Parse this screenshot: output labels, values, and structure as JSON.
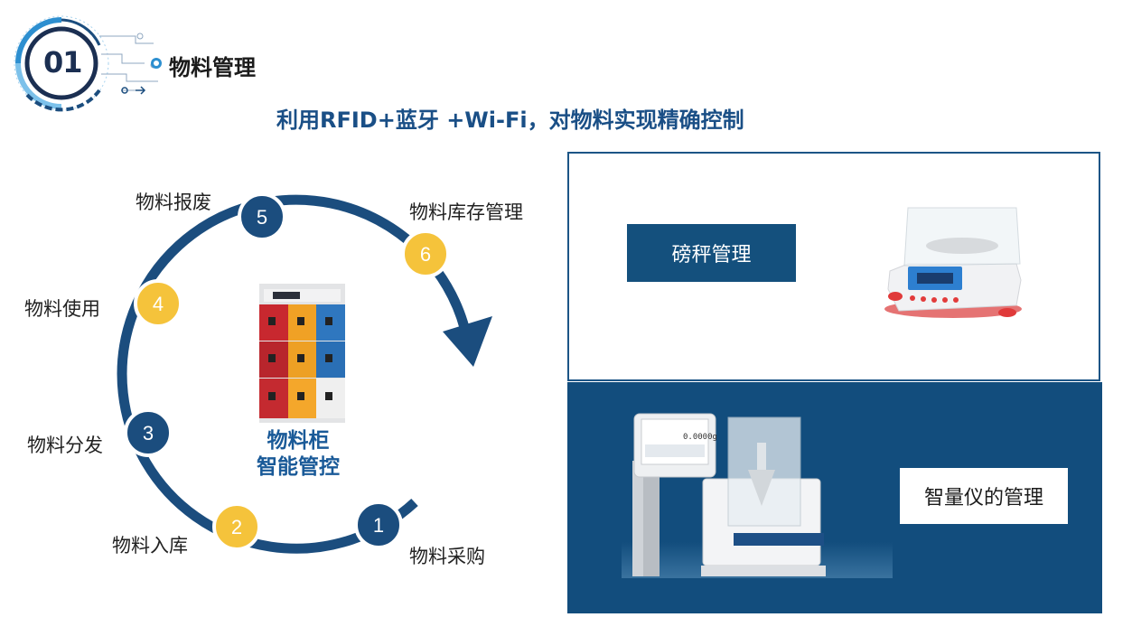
{
  "header": {
    "section_number": "01",
    "section_title": "物料管理",
    "subtitle": "利用RFID+蓝牙 +Wi-Fi，对物料实现精确控制"
  },
  "cycle": {
    "steps": [
      {
        "number": "1",
        "label": "物料采购"
      },
      {
        "number": "2",
        "label": "物料入库"
      },
      {
        "number": "3",
        "label": "物料分发"
      },
      {
        "number": "4",
        "label": "物料使用"
      },
      {
        "number": "5",
        "label": "物料报废"
      },
      {
        "number": "6",
        "label": "物料库存管理"
      }
    ],
    "center_caption_line1": "物料柜",
    "center_caption_line2": "智能管控"
  },
  "panels": {
    "scale_management": "磅秤管理",
    "smart_instrument_management": "智量仪的管理",
    "balance_display": "0.0000g"
  },
  "colors": {
    "navy": "#1b4d7e",
    "yellow": "#f5c33b",
    "panel_blue": "#124d7d",
    "subtitle_blue": "#1a4f86"
  }
}
